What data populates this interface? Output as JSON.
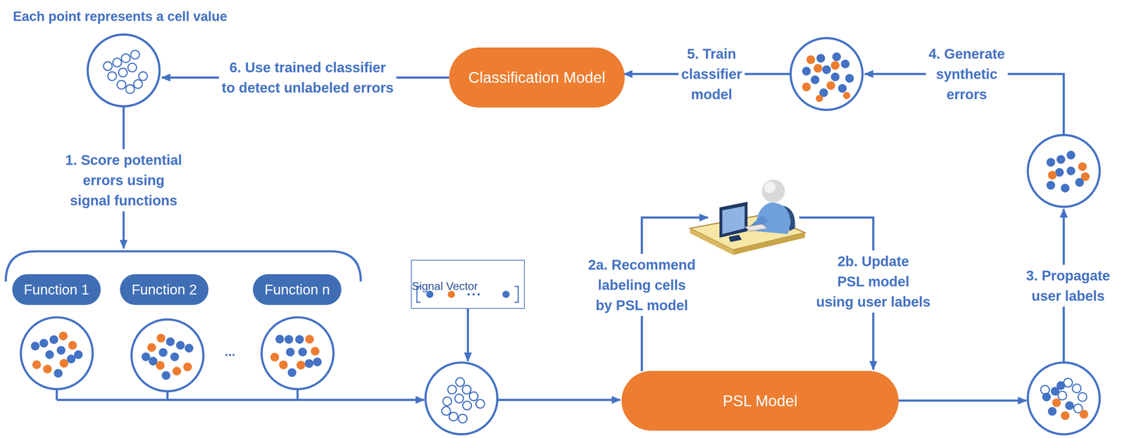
{
  "diagram": {
    "nodes": [
      {
        "text": [
          "Classification Model"
        ]
      },
      {
        "text": [
          "Function 1"
        ]
      },
      {
        "text": [
          "Function 2"
        ]
      },
      {
        "text": [
          "Function n"
        ]
      },
      {
        "text": [
          "Signal Vector"
        ]
      },
      {
        "text": [
          "PSL Model"
        ]
      }
    ],
    "labels": [
      "Each point represents a cell value",
      "6. Use trained classifier to detect unlabeled errors",
      "5. Train classifier model",
      "4. Generate synthetic errors",
      "1. Score potential errors using signal functions",
      "...",
      "2a. Recommend labeling cells by PSL model",
      "2b. Update PSL model using user labels",
      "3. Propagate user labels"
    ]
  }
}
